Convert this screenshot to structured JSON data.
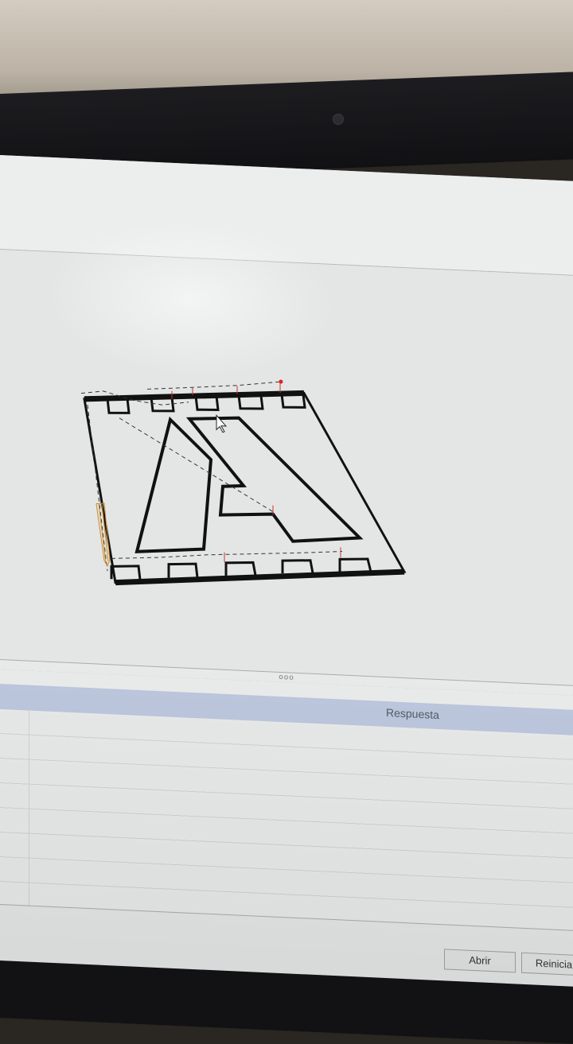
{
  "results": {
    "column_header": "Respuesta"
  },
  "splitter": {
    "grip": "ooo"
  },
  "buttons": {
    "open_label": "Abrir",
    "reset_label": "Reinicia"
  },
  "icons": [
    "pencil-icon",
    "mouse-cursor-icon",
    "splitter-grip-icon"
  ]
}
